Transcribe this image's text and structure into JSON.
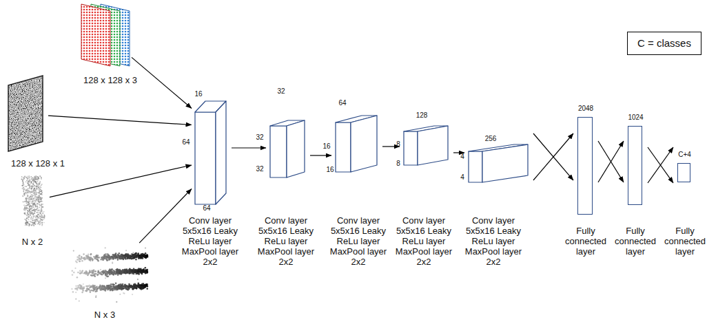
{
  "diagram": {
    "nodes": [
      {
        "text": [
          "128 x 128 x 3"
        ]
      },
      {
        "text": [
          "128 x 128 x 1"
        ]
      },
      {
        "text": [
          "N x 2"
        ]
      },
      {
        "text": [
          "N x 3"
        ]
      },
      {
        "text": [
          "16",
          "64",
          "64",
          "Conv layer 5x5x16 Leaky ReLu layer MaxPool layer 2x2"
        ]
      },
      {
        "text": [
          "32",
          "32",
          "32",
          "Conv layer 5x5x16 Leaky ReLu layer MaxPool layer 2x2"
        ]
      },
      {
        "text": [
          "64",
          "16",
          "16",
          "Conv layer 5x5x16 Leaky ReLu layer MaxPool layer 2x2"
        ]
      },
      {
        "text": [
          "128",
          "8",
          "8",
          "Conv layer 5x5x16 Leaky ReLu layer MaxPool layer 2x2"
        ]
      },
      {
        "text": [
          "256",
          "4",
          "4",
          "Conv layer 5x5x16 Leaky ReLu layer MaxPool layer 2x2"
        ]
      },
      {
        "text": [
          "2048",
          "Fully connected layer"
        ]
      },
      {
        "text": [
          "1024",
          "Fully connected layer"
        ]
      },
      {
        "text": [
          "C+4",
          "Fully connected layer"
        ]
      },
      {
        "text": [
          "C = classes"
        ]
      }
    ],
    "edges": [
      {
        "from": 0,
        "to": 4,
        "arrow": "to"
      },
      {
        "from": 1,
        "to": 4,
        "arrow": "to"
      },
      {
        "from": 2,
        "to": 4,
        "arrow": "to"
      },
      {
        "from": 3,
        "to": 4,
        "arrow": "to"
      },
      {
        "from": 4,
        "to": 5,
        "arrow": "to"
      },
      {
        "from": 5,
        "to": 6,
        "arrow": "to"
      },
      {
        "from": 6,
        "to": 7,
        "arrow": "to"
      },
      {
        "from": 7,
        "to": 8,
        "arrow": "to"
      },
      {
        "from": 8,
        "to": 9,
        "arrow": "to"
      },
      {
        "from": 9,
        "to": 10,
        "arrow": "to"
      },
      {
        "from": 10,
        "to": 11,
        "arrow": "to"
      }
    ]
  }
}
